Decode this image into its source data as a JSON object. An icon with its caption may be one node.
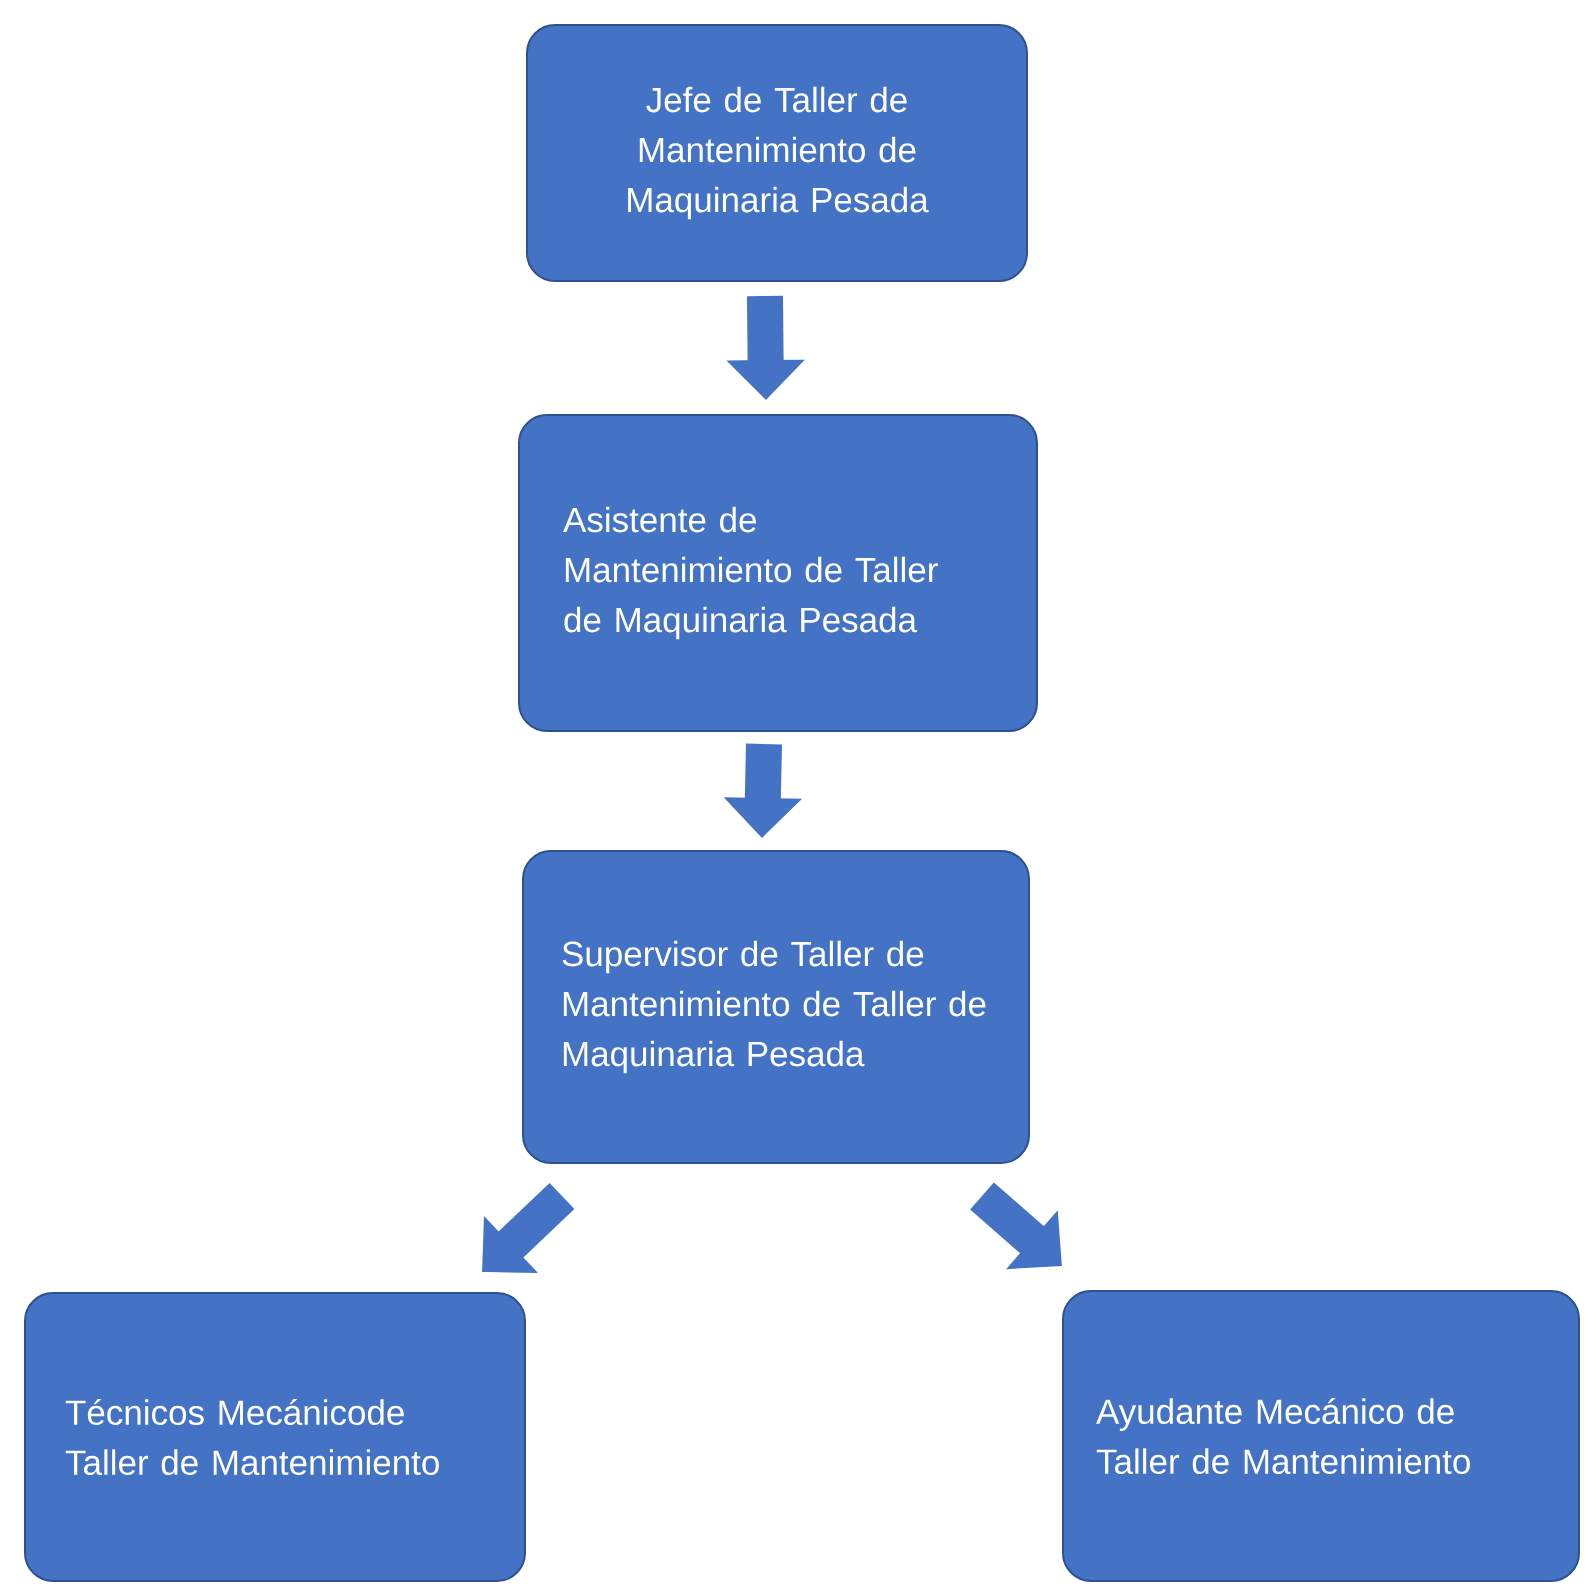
{
  "diagram": {
    "nodes": [
      {
        "text": [
          "Jefe de Taller de Mantenimiento de Maquinaria Pesada"
        ]
      },
      {
        "text": [
          "Asistente de Mantenimiento de Taller de Maquinaria Pesada"
        ]
      },
      {
        "text": [
          "Supervisor de Taller de Mantenimiento de Taller de Maquinaria Pesada"
        ]
      },
      {
        "text": [
          "Técnicos Mecánicode Taller de Mantenimiento"
        ]
      },
      {
        "text": [
          "Ayudante Mecánico de Taller de Mantenimiento"
        ]
      }
    ],
    "edges": [
      {
        "from": 0,
        "to": 1,
        "arrow": "to"
      },
      {
        "from": 1,
        "to": 2,
        "arrow": "to"
      },
      {
        "from": 2,
        "to": 3,
        "arrow": "to"
      },
      {
        "from": 2,
        "to": 4,
        "arrow": "to"
      }
    ]
  }
}
